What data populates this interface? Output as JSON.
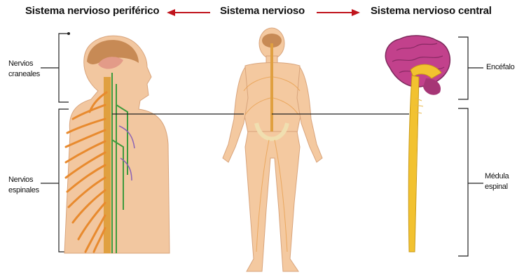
{
  "titles": {
    "peripheral": "Sistema nervioso periférico",
    "center": "Sistema nervioso",
    "central": "Sistema nervioso central"
  },
  "labels": {
    "cranial_line1": "Nervios",
    "cranial_line2": "craneales",
    "spinal_line1": "Nervios",
    "spinal_line2": "espinales",
    "brain": "Encéfalo",
    "cord_line1": "Médula",
    "cord_line2": "espinal"
  },
  "colors": {
    "arrow": "#c0141c",
    "skin": "#f4c9a0",
    "nerve_orange": "#e88a2e",
    "nerve_green": "#3e9a3c",
    "nerve_purple": "#8a62b5",
    "brain": "#c2418c",
    "cord": "#f2c230"
  }
}
